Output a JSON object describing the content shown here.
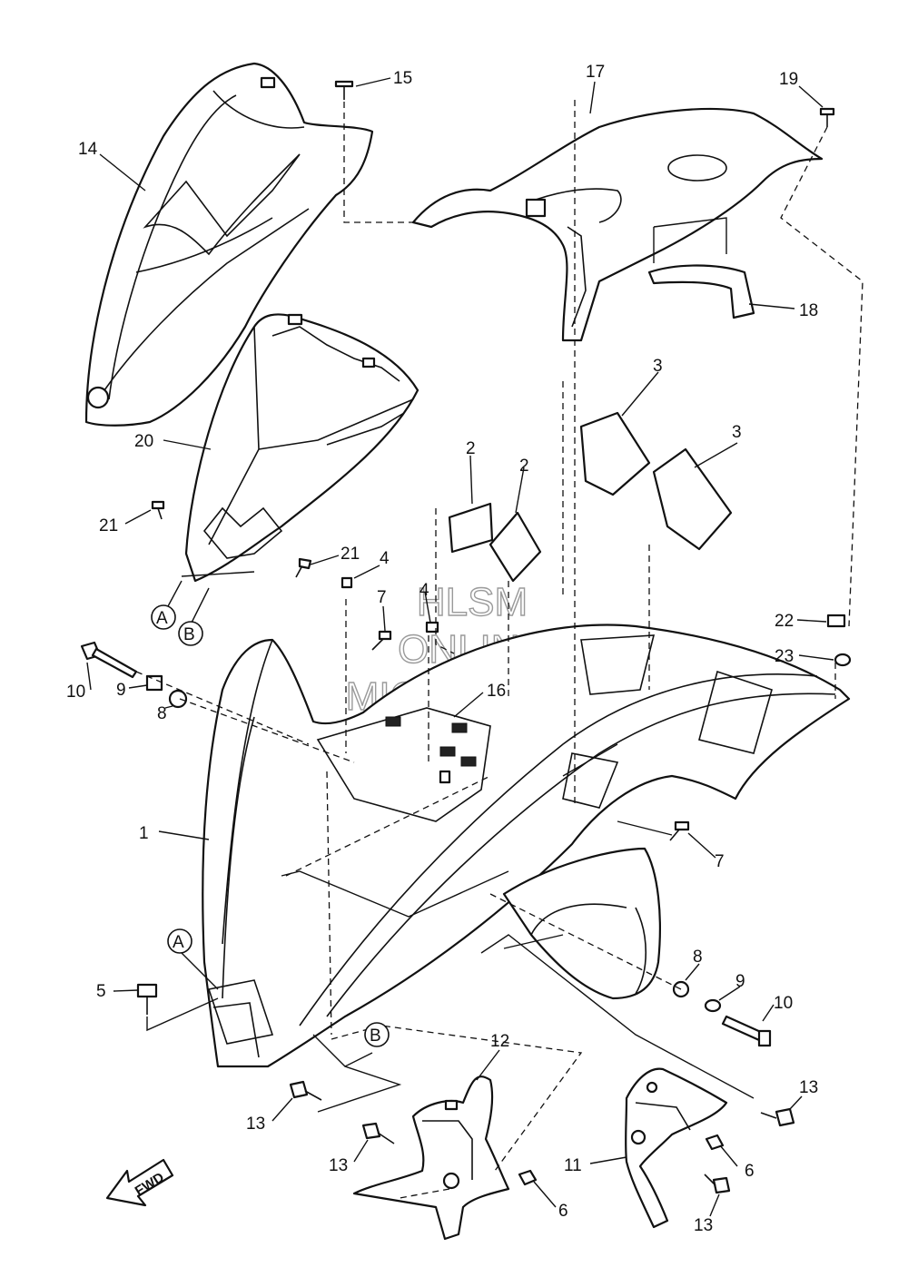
{
  "watermark": {
    "line1": "HLSM",
    "line2": "ONLINE",
    "line3": "MICROFICHE"
  },
  "fwd_label": "FWD",
  "callouts": [
    "1",
    "2",
    "2",
    "3",
    "3",
    "4",
    "4",
    "5",
    "6",
    "6",
    "7",
    "7",
    "8",
    "8",
    "9",
    "9",
    "10",
    "10",
    "11",
    "12",
    "13",
    "13",
    "13",
    "13",
    "14",
    "15",
    "16",
    "17",
    "18",
    "19",
    "20",
    "21",
    "21",
    "22",
    "23"
  ],
  "reference_marks": [
    "A",
    "B",
    "A",
    "B"
  ]
}
